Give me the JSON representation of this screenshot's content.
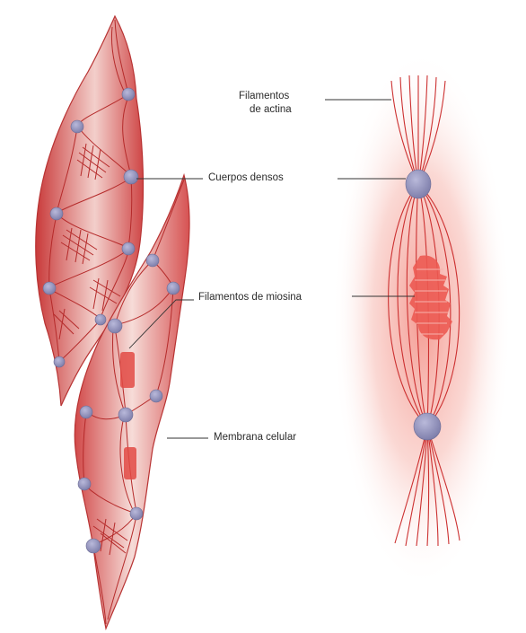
{
  "labels": {
    "actin_line1": "Filamentos",
    "actin_line2": "de actina",
    "dense_bodies": "Cuerpos densos",
    "myosin": "Filamentos de miosina",
    "membrane": "Membrana celular"
  },
  "colors": {
    "cell_fill": "#d84a4a",
    "filament": "#c42d2d",
    "dense_body": "#8f8fb8",
    "myosin": "#e8554f",
    "glow": "#f39a92"
  }
}
